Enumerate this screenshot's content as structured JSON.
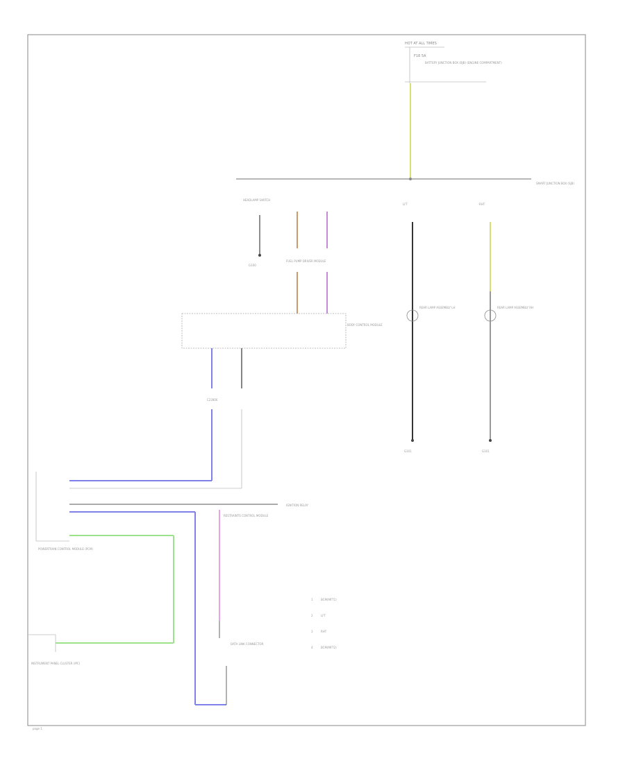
{
  "diagram": {
    "page_number": "page 1",
    "colors": {
      "yellow_green": "#d6e06a",
      "orange_brown": "#c99a6a",
      "violet": "#c48ad8",
      "pink": "#e9a2e6",
      "blue": "#7f7fe8",
      "green": "#9be28a",
      "black": "#333333",
      "frame": "#9b9b9b"
    },
    "nodes": {
      "hot_at_all_times": "HOT AT ALL TIMES",
      "fuse": "F18 5A",
      "battery_junction_box": "BATTERY JUNCTION BOX (BJB) (ENGINE COMPARTMENT)",
      "smart_junction_box": "SMART JUNCTION BOX (SJB)",
      "body_control": "BODY CONTROL MODULE",
      "headlamp_switch": "HEADLAMP SWITCH",
      "fuel_pump_driver_module": "FUEL PUMP DRIVER MODULE",
      "restraints": "RESTRAINTS CONTROL MODULE",
      "powertrain_control_module": "POWERTRAIN CONTROL MODULE (PCM)",
      "instrument_cluster": "INSTRUMENT PANEL CLUSTER (IPC)",
      "ground_a": "G100",
      "ground_b": "G101",
      "ignition_relay": "IGNITION RELAY",
      "rear_lamp_left": "REAR LAMP ASSEMBLY LH",
      "rear_lamp_right": "REAR LAMP ASSEMBLY RH",
      "connector_c": "C2280E",
      "module_d": "DATA LINK CONNECTOR"
    },
    "legend": [
      {
        "code": "1",
        "text": "BCM(MFT1)"
      },
      {
        "code": "2",
        "text": "LFT"
      },
      {
        "code": "3",
        "text": "RHT"
      },
      {
        "code": "4",
        "text": "BCM(MFT2)"
      }
    ]
  }
}
